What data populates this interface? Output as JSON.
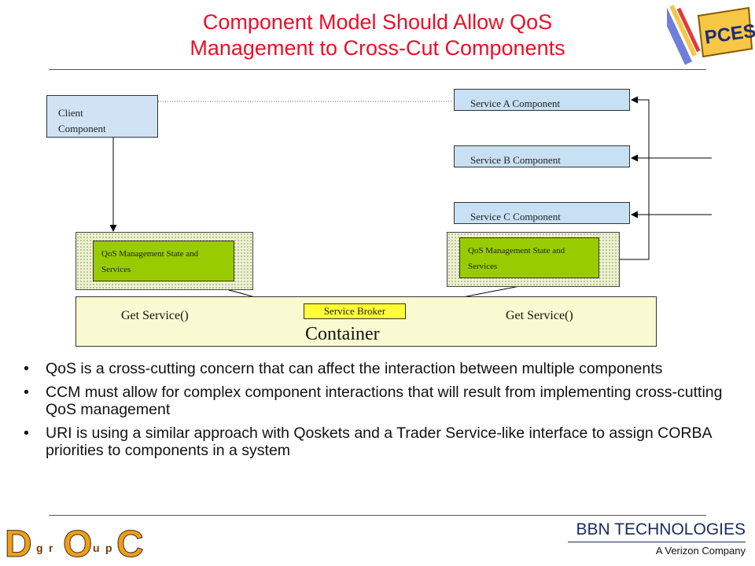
{
  "title": {
    "line1": "Component Model Should Allow QoS",
    "line2": "Management to Cross-Cut Components"
  },
  "diagram": {
    "client_line1": "Client",
    "client_line2": "Component",
    "service_a": "Service A Component",
    "service_b": "Service B Component",
    "service_c": "Service C Component",
    "qos_left": "QoS Management State and Services",
    "qos_right": "QoS Management State and Services",
    "broker": "Service Broker",
    "get_service_left": "Get Service()",
    "get_service_right": "Get Service()",
    "container": "Container"
  },
  "bullets": [
    "QoS is a cross-cutting concern that can affect the interaction between multiple components",
    "CCM must allow for complex component interactions that will result from implementing cross-cutting QoS management",
    "URI is using a similar approach with Qoskets and a Trader Service-like interface to assign CORBA priorities to components in a system"
  ],
  "logos": {
    "pces": "PCES",
    "bbn_line1": "BBN TECHNOLOGIES",
    "bbn_line2": "A Verizon Company",
    "doc_letters": [
      "D",
      "O",
      "C"
    ],
    "doc_small": [
      "g",
      "r",
      "u",
      "p"
    ]
  },
  "colors": {
    "title": "#e8102a",
    "qos_box": "#99cc00",
    "broker": "#ffff33",
    "service_box": "#c8e0f4",
    "container": "#fafad2"
  }
}
